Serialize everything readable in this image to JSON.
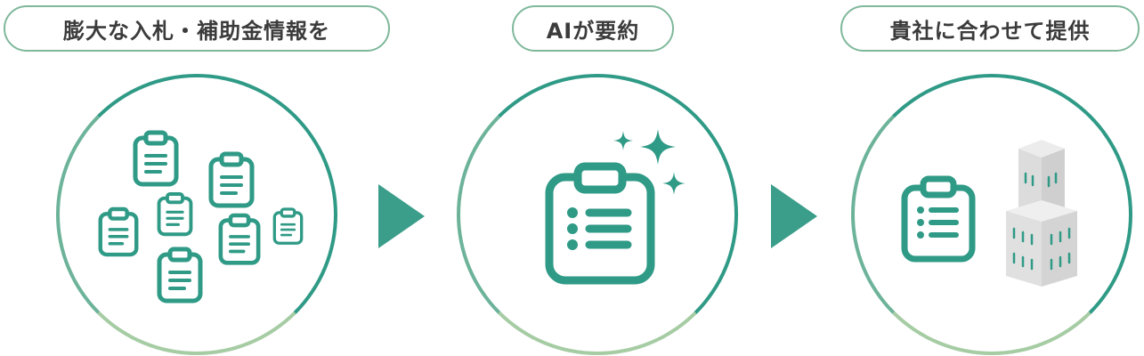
{
  "steps": [
    {
      "label": "膨大な入札・補助金情報を"
    },
    {
      "label": "AIが要約"
    },
    {
      "label": "貴社に合わせて提供"
    }
  ],
  "icons": {
    "step1": "clipboard-icons-scattered",
    "step2": "clipboard-sparkle-icon",
    "step3": [
      "clipboard-icon",
      "building-icon"
    ],
    "arrow": "play-arrow-icon"
  },
  "colors": {
    "primary": "#2f9a86",
    "pill_border": "#7fb89b",
    "arrow": "#3a9e8a",
    "text": "#3b3b3b",
    "building": "#e3e3e3"
  }
}
